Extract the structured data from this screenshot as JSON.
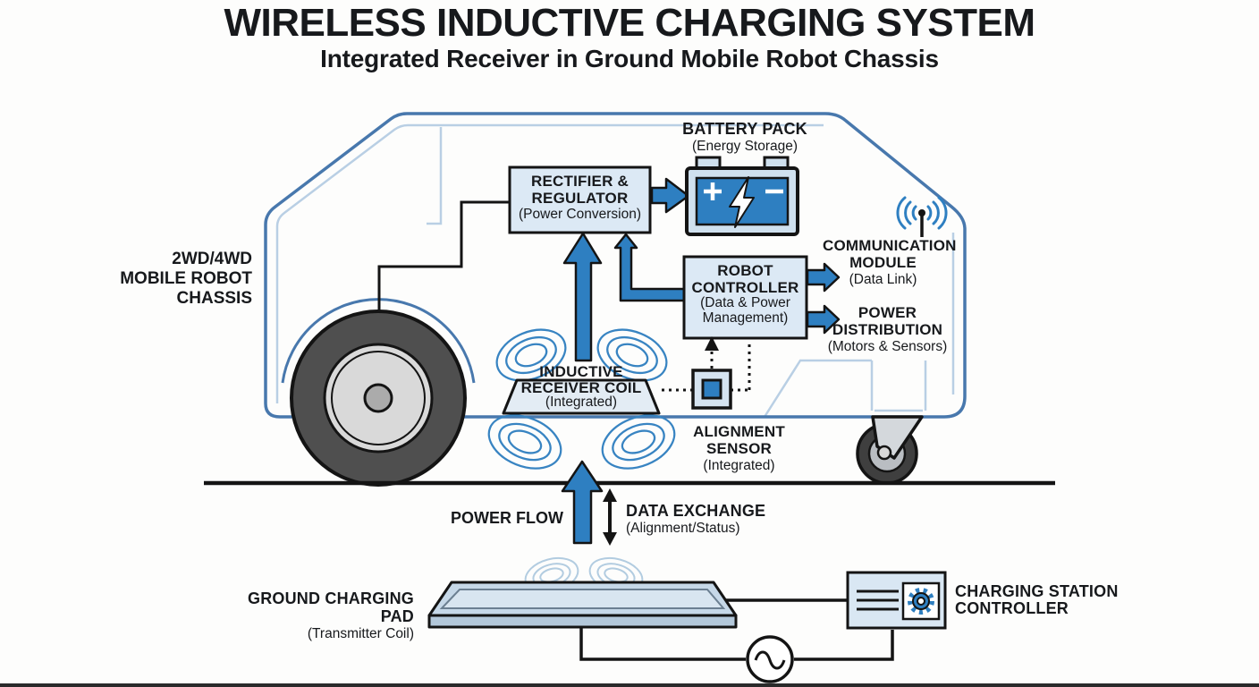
{
  "header": {
    "title": "WIRELESS INDUCTIVE CHARGING SYSTEM",
    "subtitle": "Integrated Receiver in Ground Mobile Robot Chassis"
  },
  "chassis_label": {
    "line1": "2WD/4WD",
    "line2": "MOBILE ROBOT",
    "line3": "CHASSIS"
  },
  "battery": {
    "title": "BATTERY PACK",
    "subtitle": "(Energy Storage)"
  },
  "rectifier": {
    "line1": "RECTIFIER &",
    "line2": "REGULATOR",
    "line3": "(Power Conversion)"
  },
  "robot_controller": {
    "line1": "ROBOT",
    "line2": "CONTROLLER",
    "line3": "(Data & Power",
    "line4": "Management)"
  },
  "communication": {
    "line1": "COMMUNICATION",
    "line2": "MODULE",
    "line3": "(Data Link)"
  },
  "power_distribution": {
    "line1": "POWER",
    "line2": "DISTRIBUTION",
    "line3": "(Motors & Sensors)"
  },
  "receiver_coil": {
    "line1": "INDUCTIVE",
    "line2": "RECEIVER COIL",
    "line3": "(Integrated)"
  },
  "alignment_sensor": {
    "line1": "ALIGNMENT",
    "line2": "SENSOR",
    "line3": "(Integrated)"
  },
  "power_flow": {
    "label": "POWER FLOW"
  },
  "data_exchange": {
    "line1": "DATA EXCHANGE",
    "line2": "(Alignment/Status)"
  },
  "charging_pad": {
    "line1": "GROUND CHARGING PAD",
    "line2": "(Transmitter Coil)"
  },
  "station": {
    "line1": "CHARGING STATION",
    "line2": "CONTROLLER"
  },
  "icons": {
    "battery": "battery-icon",
    "antenna": "wireless-antenna-icon",
    "gear": "gear-icon",
    "ac_source": "ac-source-icon",
    "coil_field": "magnetic-field-loops-icon"
  },
  "colors": {
    "accent_blue": "#2e7fc1",
    "chassis_outline": "#4878ad",
    "chassis_inner": "#b9cfe4",
    "box_fill": "#dce9f5",
    "coil_field": "#3884c2",
    "pad_field": "#aac7de",
    "ink": "#17191c"
  }
}
